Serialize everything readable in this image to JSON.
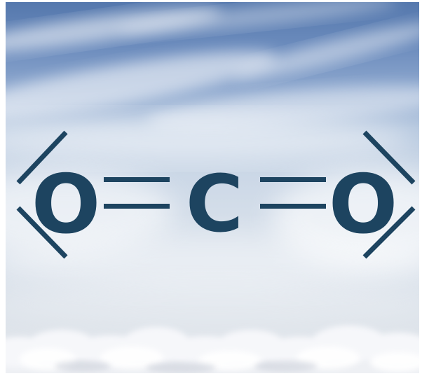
{
  "molecule": {
    "atoms": [
      {
        "symbol": "O"
      },
      {
        "symbol": "C"
      },
      {
        "symbol": "O"
      }
    ],
    "bonds": [
      {
        "type": "double",
        "from": 0,
        "to": 1
      },
      {
        "type": "double",
        "from": 1,
        "to": 2
      }
    ],
    "lone_pairs_per_oxygen": 2
  },
  "colors": {
    "structure": "#1d4460",
    "sky_top": "#5578ad",
    "sky_bottom": "#e4e7ec",
    "clouds": "#f4f5f8"
  }
}
